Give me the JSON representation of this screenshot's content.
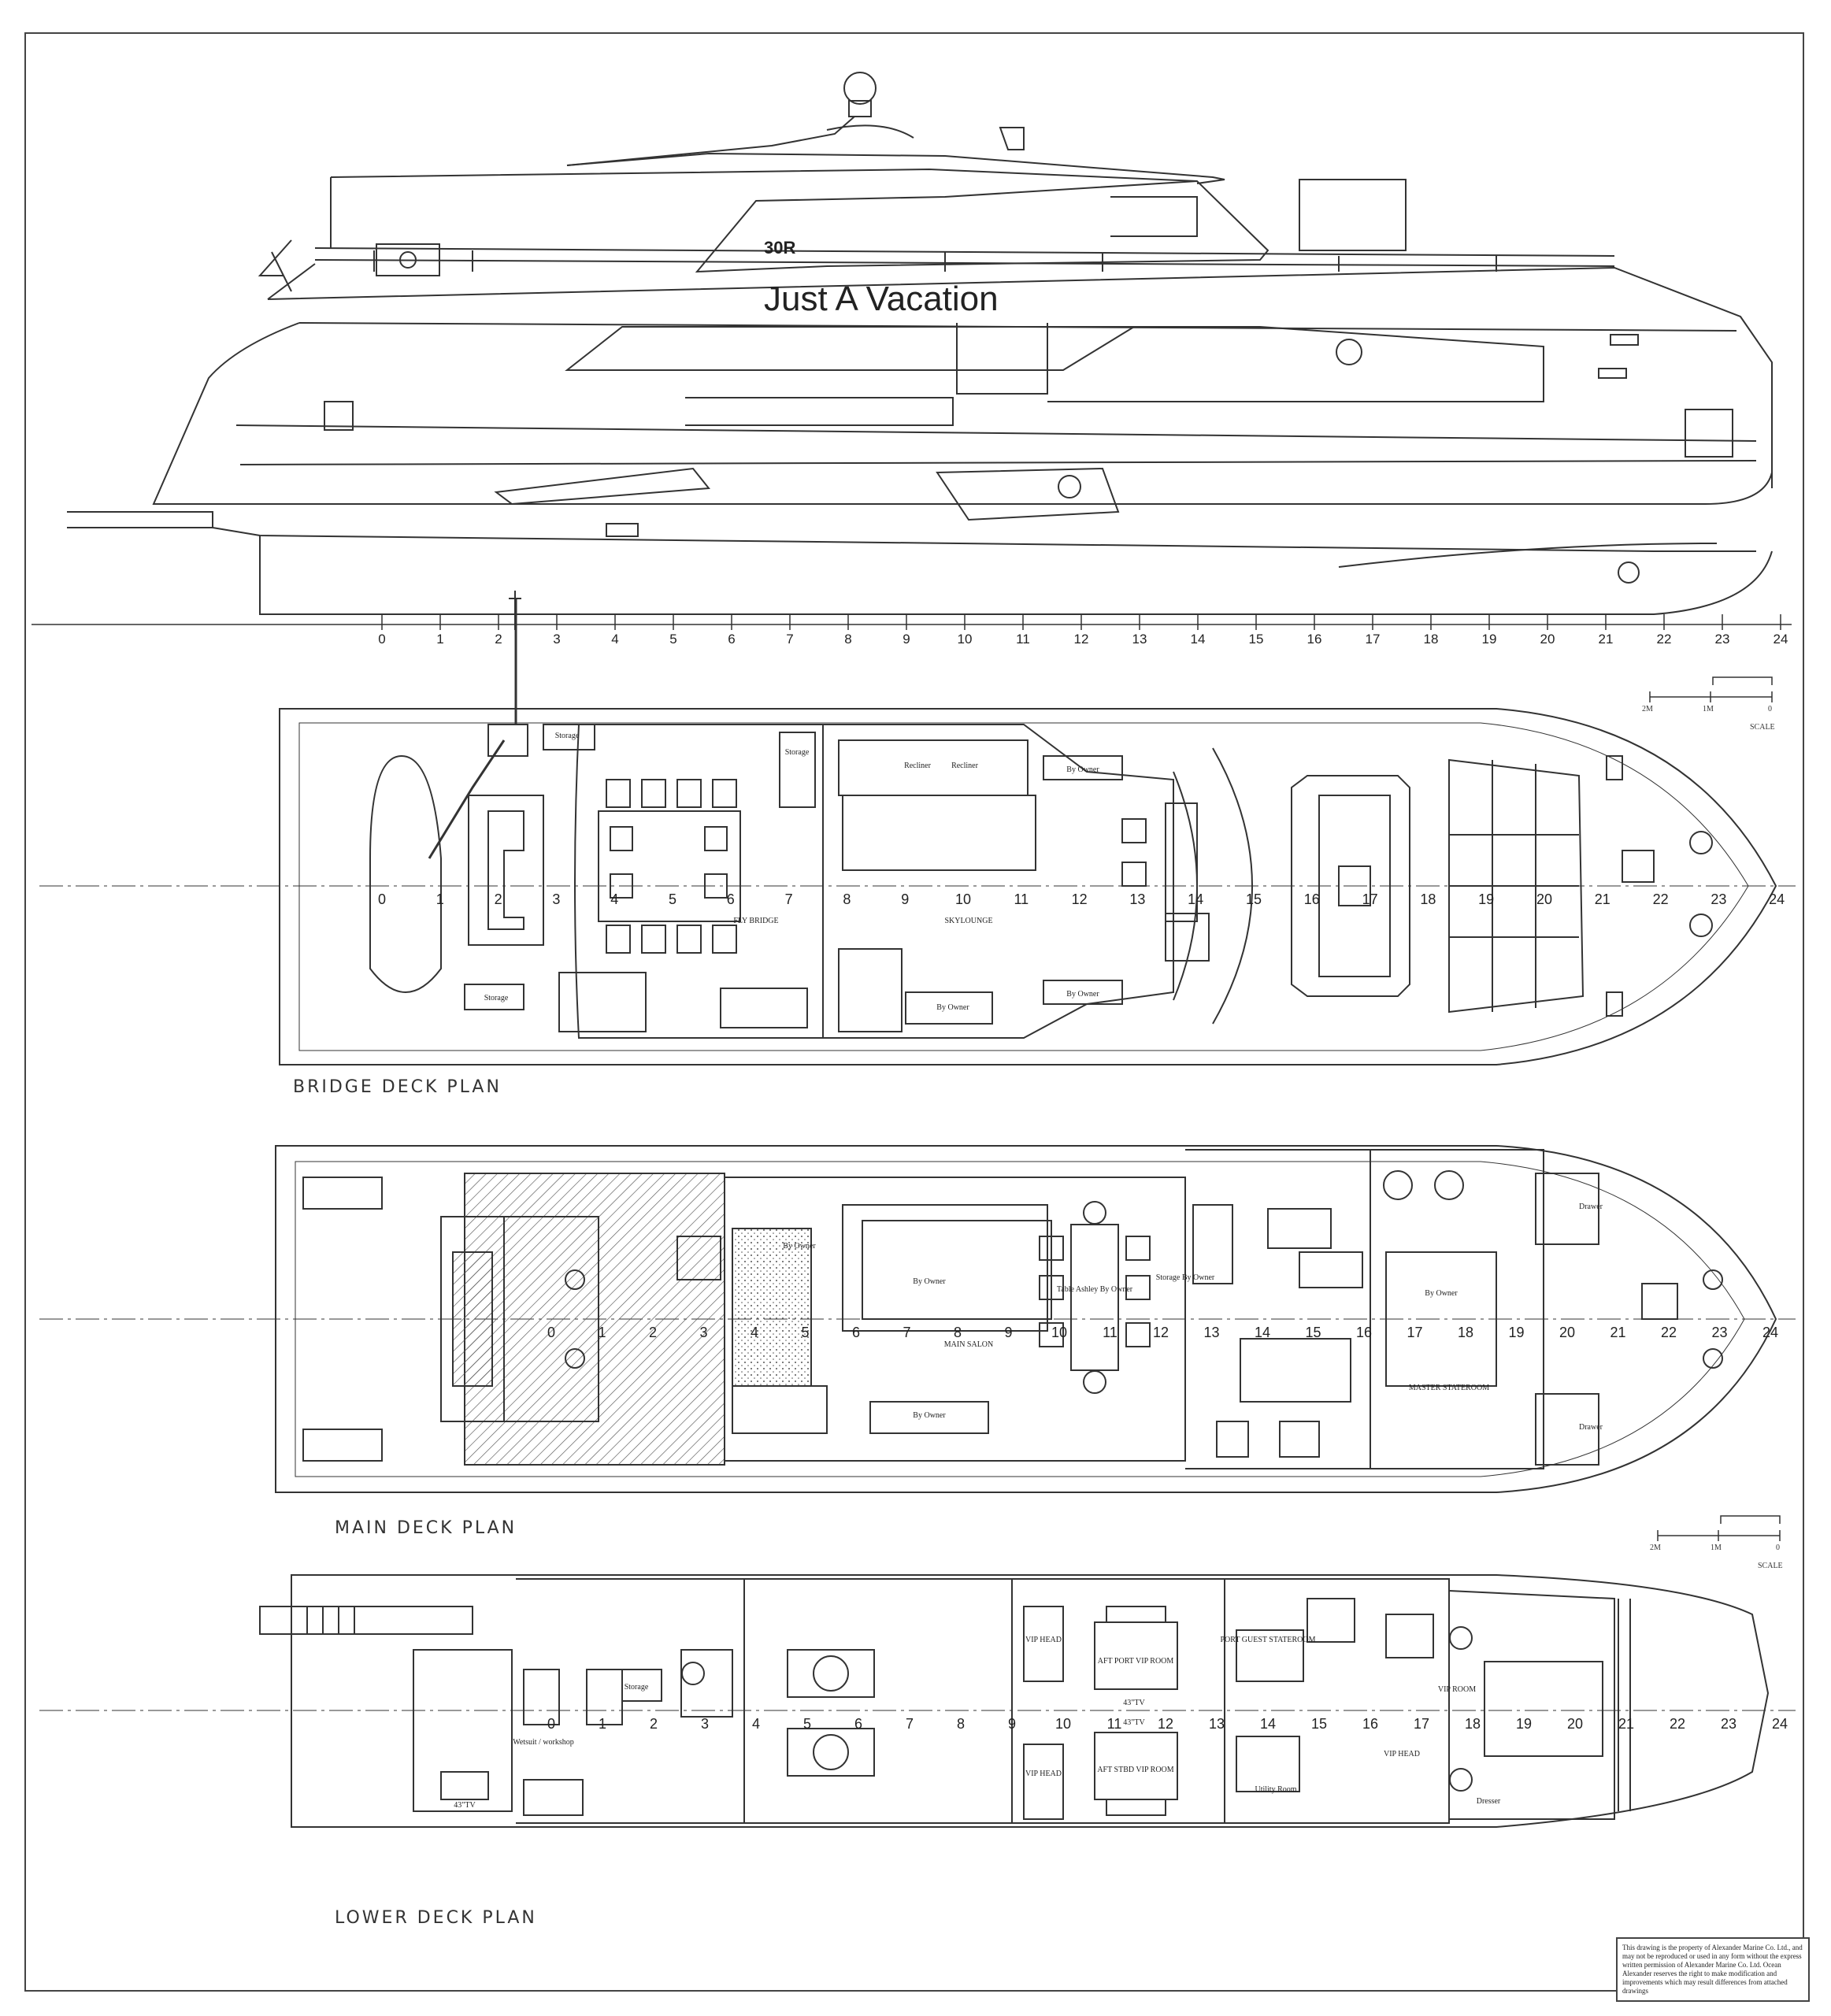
{
  "vessel": {
    "name": "Just A Vacation",
    "model_badge": "30R"
  },
  "station_numbers": [
    "0",
    "1",
    "2",
    "3",
    "4",
    "5",
    "6",
    "7",
    "8",
    "9",
    "10",
    "11",
    "12",
    "13",
    "14",
    "15",
    "16",
    "17",
    "18",
    "19",
    "20",
    "21",
    "22",
    "23",
    "24"
  ],
  "plans": {
    "bridge": {
      "title": "BRIDGE DECK PLAN"
    },
    "main": {
      "title": "MAIN DECK PLAN"
    },
    "lower": {
      "title": "LOWER DECK PLAN"
    }
  },
  "bridge_labels": {
    "fly_bridge": "FLY BRIDGE",
    "skylounge": "SKYLOUNGE",
    "storage_1": "Storage",
    "storage_2": "Storage",
    "storage_3": "Storage",
    "recliner_1": "Recliner",
    "recliner_2": "Recliner",
    "by_owner_1": "By Owner",
    "by_owner_2": "By Owner",
    "by_owner_3": "By Owner"
  },
  "main_labels": {
    "main_salon": "MAIN SALON",
    "master_stateroom": "MASTER STATEROOM",
    "by_owner_1": "By Owner",
    "by_owner_2": "By Owner",
    "by_owner_3": "By Owner",
    "by_owner_4": "By Owner",
    "table": "Table Ashley By Owner",
    "storage": "Storage By Owner",
    "drawer_1": "Drawer",
    "drawer_2": "Drawer"
  },
  "lower_labels": {
    "vip_head_1": "VIP HEAD",
    "vip_head_2": "VIP HEAD",
    "aft_port_vip": "AFT PORT VIP ROOM",
    "aft_stbd_vip": "AFT STBD VIP ROOM",
    "port_guest": "PORT GUEST STATEROOM",
    "utility_room": "Utility Room",
    "vip_head_3": "VIP HEAD",
    "vip_room": "VIP ROOM",
    "workshop": "Wetsuit / workshop",
    "storage": "Storage",
    "dresser": "Dresser",
    "tv_1": "43\"TV",
    "tv_2": "43\"TV",
    "tv_3": "43\"TV"
  },
  "scale": {
    "title": "SCALE",
    "ticks": [
      "2M",
      "1M",
      "0"
    ]
  },
  "disclaimer": "This drawing is the property of Alexander Marine Co. Ltd., and may not be reproduced or used in any form without the express written permission of Alexander Marine Co. Ltd. Ocean Alexander reserves the right to make modification and improvements which may result differences from attached drawings"
}
